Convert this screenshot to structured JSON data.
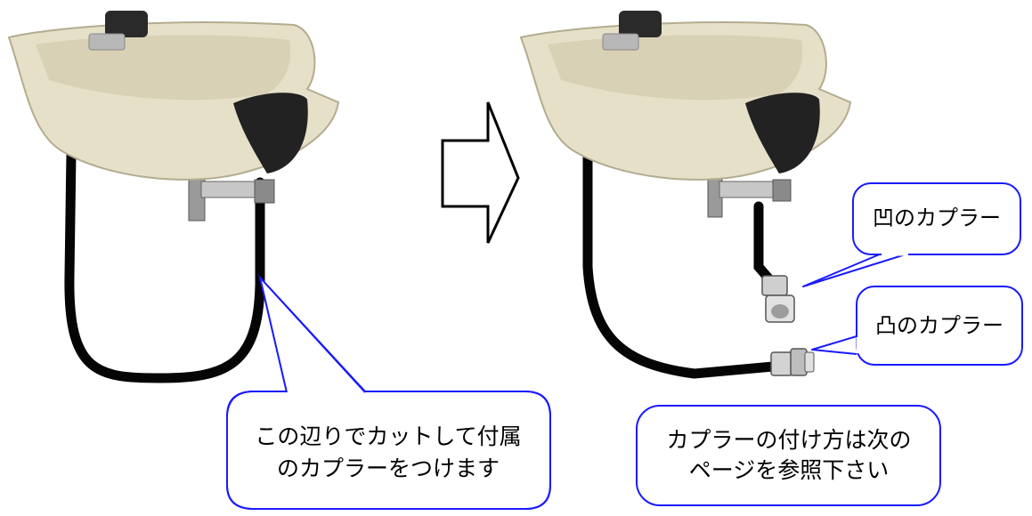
{
  "colors": {
    "callout_border": "#1a1aff",
    "basin": "#e6e0c9",
    "basin_shadow": "#c9c2a6",
    "headrest": "#222222",
    "hose": "#050505",
    "faucet": "#b8b8b8"
  },
  "callouts": {
    "cut_here": {
      "line1": "この辺りでカットして付属",
      "line2": "のカプラーをつけます"
    },
    "female_coupler": "凹のカプラー",
    "male_coupler": "凸のカプラー",
    "see_next_page": {
      "line1": "カプラーの付け方は次の",
      "line2": "ページを参照下さい"
    }
  },
  "icons": {
    "arrow": "right-arrow-outline-icon",
    "basin_before": "shampoo-basin-icon",
    "basin_after": "shampoo-basin-icon"
  }
}
